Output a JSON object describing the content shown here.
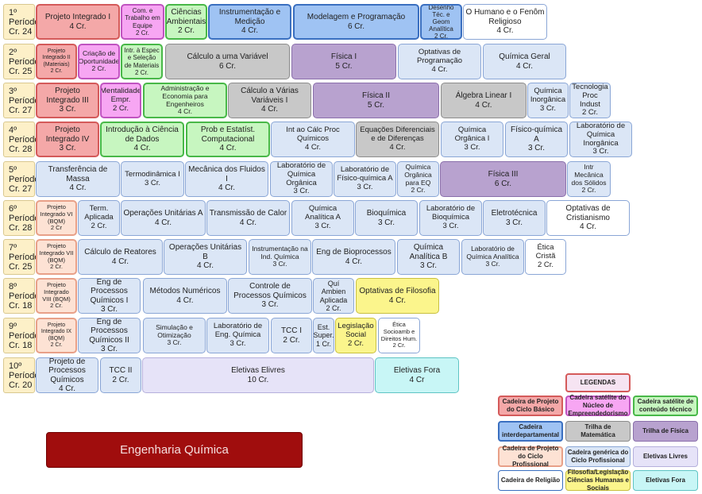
{
  "title": "Engenharia Química",
  "periods": [
    {
      "label": "1º Período Cr. 24"
    },
    {
      "label": "2º Período Cr. 25"
    },
    {
      "label": "3º Período Cr. 27"
    },
    {
      "label": "4º Período Cr. 28"
    },
    {
      "label": "5º Período Cr. 27"
    },
    {
      "label": "6º Período Cr. 28"
    },
    {
      "label": "7º Período Cr. 25"
    },
    {
      "label": "8º Período Cr. 18"
    },
    {
      "label": "9º Período Cr. 18"
    },
    {
      "label": "10º Período Cr. 20"
    }
  ],
  "courses": [
    {
      "name": "Projeto Integrado I",
      "credits": "4 Cr.",
      "type": "red"
    },
    {
      "name": "Com. e Trabalho em Equipe",
      "credits": "2 Cr.",
      "type": "pink"
    },
    {
      "name": "Ciências Ambientais",
      "credits": "2 Cr.",
      "type": "green"
    },
    {
      "name": "Instrumentação e Medição",
      "credits": "4 Cr.",
      "type": "blue"
    },
    {
      "name": "Modelagem e Programação",
      "credits": "6 Cr.",
      "type": "blue"
    },
    {
      "name": "Desenho Téc. e Geom Analítica",
      "credits": "2 Cr.",
      "type": "blue"
    },
    {
      "name": "O Humano e o Fenôm Religioso",
      "credits": "4 Cr.",
      "type": "white"
    },
    {
      "name": "Projeto Integrado II (Materiais)",
      "credits": "2 Cr.",
      "type": "red"
    },
    {
      "name": "Criação de Oportunidade",
      "credits": "2 Cr.",
      "type": "pink"
    },
    {
      "name": "Intr. à Espec e Seleção de Materiais",
      "credits": "2 Cr.",
      "type": "green"
    },
    {
      "name": "Cálculo a uma Variável",
      "credits": "6 Cr.",
      "type": "gray"
    },
    {
      "name": "Física I",
      "credits": "5 Cr.",
      "type": "purple"
    },
    {
      "name": "Optativas de Programação",
      "credits": "4 Cr.",
      "type": "light"
    },
    {
      "name": "Química Geral",
      "credits": "4 Cr.",
      "type": "light"
    },
    {
      "name": "Projeto Integrado III",
      "credits": "3 Cr.",
      "type": "red"
    },
    {
      "name": "Mentalidade Empr.",
      "credits": "2 Cr.",
      "type": "pink"
    },
    {
      "name": "Administração e Economia para Engenheiros",
      "credits": "4 Cr.",
      "type": "green"
    },
    {
      "name": "Cálculo a Várias Variáveis I",
      "credits": "4 Cr.",
      "type": "gray"
    },
    {
      "name": "Física II",
      "credits": "5 Cr.",
      "type": "purple"
    },
    {
      "name": "Álgebra Linear I",
      "credits": "4 Cr.",
      "type": "gray"
    },
    {
      "name": "Química Inorgânica",
      "credits": "3 Cr.",
      "type": "light"
    },
    {
      "name": "Tecnologia Proc Indust",
      "credits": "2 Cr.",
      "type": "light"
    },
    {
      "name": "Projeto Integrado IV",
      "credits": "3 Cr.",
      "type": "red"
    },
    {
      "name": "Introdução à Ciência de Dados",
      "credits": "4 Cr.",
      "type": "green"
    },
    {
      "name": "Prob e Estatíst. Computacional",
      "credits": "4 Cr.",
      "type": "green"
    },
    {
      "name": "Int ao Cálc Proc Químicos",
      "credits": "4 Cr.",
      "type": "light"
    },
    {
      "name": "Equações Diferenciais e de Diferenças",
      "credits": "4 Cr.",
      "type": "gray"
    },
    {
      "name": "Química Orgânica I",
      "credits": "3 Cr.",
      "type": "light"
    },
    {
      "name": "Físico-química A",
      "credits": "3 Cr.",
      "type": "light"
    },
    {
      "name": "Laboratório de Química Inorgânica",
      "credits": "3 Cr.",
      "type": "light"
    },
    {
      "name": "Transferência de Massa",
      "credits": "4 Cr.",
      "type": "light"
    },
    {
      "name": "Termodinâmica I",
      "credits": "3 Cr.",
      "type": "light"
    },
    {
      "name": "Mecânica dos Fluidos I",
      "credits": "4 Cr.",
      "type": "light"
    },
    {
      "name": "Laboratório de Química Orgânica",
      "credits": "3 Cr.",
      "type": "light"
    },
    {
      "name": "Laboratório de Físico-química A",
      "credits": "3 Cr.",
      "type": "light"
    },
    {
      "name": "Química Orgânica para EQ",
      "credits": "2 Cr.",
      "type": "light"
    },
    {
      "name": "Física III",
      "credits": "6 Cr.",
      "type": "purple"
    },
    {
      "name": "Intr Mecânica dos Sólidos",
      "credits": "2 Cr.",
      "type": "light"
    },
    {
      "name": "Projeto Integrado VI (BQM)",
      "credits": "2 Cr",
      "type": "salmon"
    },
    {
      "name": "Term. Aplicada",
      "credits": "2 Cr.",
      "type": "light"
    },
    {
      "name": "Operações Unitárias A",
      "credits": "4 Cr.",
      "type": "light"
    },
    {
      "name": "Transmissão de Calor",
      "credits": "4 Cr.",
      "type": "light"
    },
    {
      "name": "Química Analítica A",
      "credits": "3 Cr.",
      "type": "light"
    },
    {
      "name": "Bioquímica",
      "credits": "3 Cr.",
      "type": "light"
    },
    {
      "name": "Laboratório de Bioquímica",
      "credits": "3 Cr.",
      "type": "light"
    },
    {
      "name": "Eletrotécnica",
      "credits": "3 Cr.",
      "type": "light"
    },
    {
      "name": "Optativas de Cristianismo",
      "credits": "4 Cr.",
      "type": "white"
    },
    {
      "name": "Projeto Integrado VII (BQM)",
      "credits": "2 Cr.",
      "type": "salmon"
    },
    {
      "name": "Cálculo de Reatores",
      "credits": "4 Cr.",
      "type": "light"
    },
    {
      "name": "Operações Unitárias B",
      "credits": "4 Cr.",
      "type": "light"
    },
    {
      "name": "Instrumentação na Ind. Química",
      "credits": "3 Cr.",
      "type": "light"
    },
    {
      "name": "Eng de Bioprocessos",
      "credits": "4 Cr.",
      "type": "light"
    },
    {
      "name": "Química Analítica B",
      "credits": "3 Cr.",
      "type": "light"
    },
    {
      "name": "Laboratório de Química Analítica",
      "credits": "3 Cr.",
      "type": "light"
    },
    {
      "name": "Ética Cristã",
      "credits": "2 Cr.",
      "type": "white"
    },
    {
      "name": "Projeto Integrado VIII (BQM)",
      "credits": "2 Cr.",
      "type": "salmon"
    },
    {
      "name": "Eng de Processos Químicos I",
      "credits": "3 Cr.",
      "type": "light"
    },
    {
      "name": "Métodos Numéricos",
      "credits": "4 Cr.",
      "type": "light"
    },
    {
      "name": "Controle de Processos Químicos",
      "credits": "3 Cr.",
      "type": "light"
    },
    {
      "name": "Quí Ambien Aplicada",
      "credits": "2 Cr.",
      "type": "light"
    },
    {
      "name": "Optativas de Filosofia",
      "credits": "4 Cr.",
      "type": "yellow"
    },
    {
      "name": "Projeto Integrado IX (BQM)",
      "credits": "2 Cr.",
      "type": "salmon"
    },
    {
      "name": "Eng de Processos Químicos II",
      "credits": "3 Cr.",
      "type": "light"
    },
    {
      "name": "Simulação e Otimização",
      "credits": "3 Cr.",
      "type": "light"
    },
    {
      "name": "Laboratório de Eng. Química",
      "credits": "3 Cr.",
      "type": "light"
    },
    {
      "name": "TCC I",
      "credits": "2 Cr.",
      "type": "light"
    },
    {
      "name": "Est. Super.",
      "credits": "1 Cr.",
      "type": "light"
    },
    {
      "name": "Legislação Social",
      "credits": "2 Cr.",
      "type": "yellow"
    },
    {
      "name": "Ética Socioamb e Direitos Hum.",
      "credits": "2 Cr.",
      "type": "white"
    },
    {
      "name": "Projeto de Processos Químicos",
      "credits": "4 Cr.",
      "type": "light"
    },
    {
      "name": "TCC II",
      "credits": "2 Cr.",
      "type": "light"
    },
    {
      "name": "Eletivas Elivres",
      "credits": "10 Cr.",
      "type": "lav"
    },
    {
      "name": "Eletivas Fora",
      "credits": "4 Cr",
      "type": "cyan"
    }
  ],
  "legend": {
    "title": "LEGENDAS",
    "items": [
      {
        "label": "Cadeira de Projeto do Ciclo Básico",
        "type": "red"
      },
      {
        "label": "Cadeira satélite do Núcleo de Empreendedorismo",
        "type": "pink"
      },
      {
        "label": "Cadeira satélite de conteúdo técnico",
        "type": "green"
      },
      {
        "label": "Cadeira interdepartamental",
        "type": "blue"
      },
      {
        "label": "Trilha de Matemática",
        "type": "gray"
      },
      {
        "label": "Trilha de Física",
        "type": "purple"
      },
      {
        "label": "Cadeira de Projeto do Ciclo Profissional",
        "type": "salmon"
      },
      {
        "label": "Cadeira genérica do Ciclo Profissional",
        "type": "light"
      },
      {
        "label": "Eletivas Livres",
        "type": "lav"
      },
      {
        "label": "Cadeira de Religião",
        "type": "white"
      },
      {
        "label": "Filosofia/Legislação Ciências Humanas e Sociais",
        "type": "yellow"
      },
      {
        "label": "Eletivas Fora",
        "type": "cyan"
      }
    ]
  }
}
